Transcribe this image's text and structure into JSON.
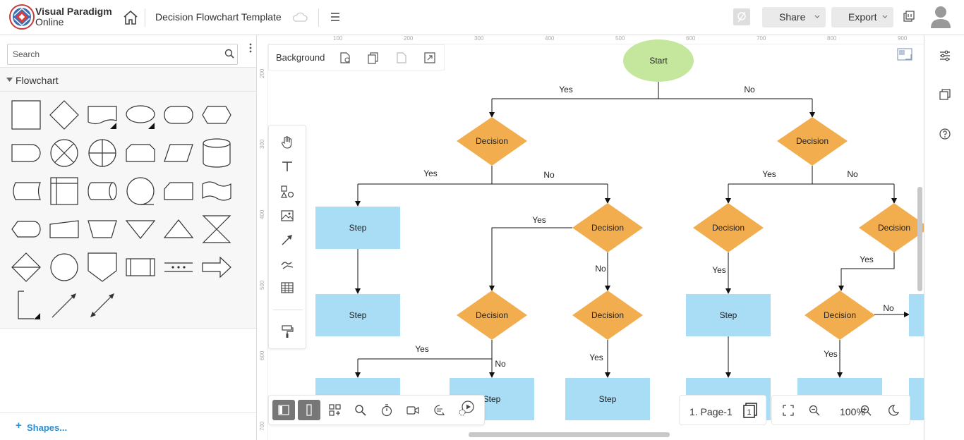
{
  "header": {
    "brand_line1": "Visual Paradigm",
    "brand_line2": "Online",
    "doc_title": "Decision Flowchart Template",
    "share_label": "Share",
    "export_label": "Export"
  },
  "left_panel": {
    "search_placeholder": "Search",
    "category": "Flowchart",
    "add_shapes_label": "Shapes..."
  },
  "canvas": {
    "background_label": "Background",
    "ruler_top": [
      "100",
      "200",
      "300",
      "400",
      "500",
      "600",
      "700",
      "800",
      "900"
    ],
    "ruler_left": [
      "200",
      "300",
      "400",
      "500",
      "600",
      "700"
    ],
    "page_label": "1. Page-1",
    "page_count": "1",
    "zoom_label": "100%"
  },
  "diagram": {
    "start": "Start",
    "decision": "Decision",
    "step": "Step",
    "yes": "Yes",
    "no": "No"
  },
  "colors": {
    "start_fill": "#c5e69d",
    "decision_fill": "#f2ad4e",
    "step_fill": "#a9dcf5",
    "accent": "#2a8fd6"
  }
}
